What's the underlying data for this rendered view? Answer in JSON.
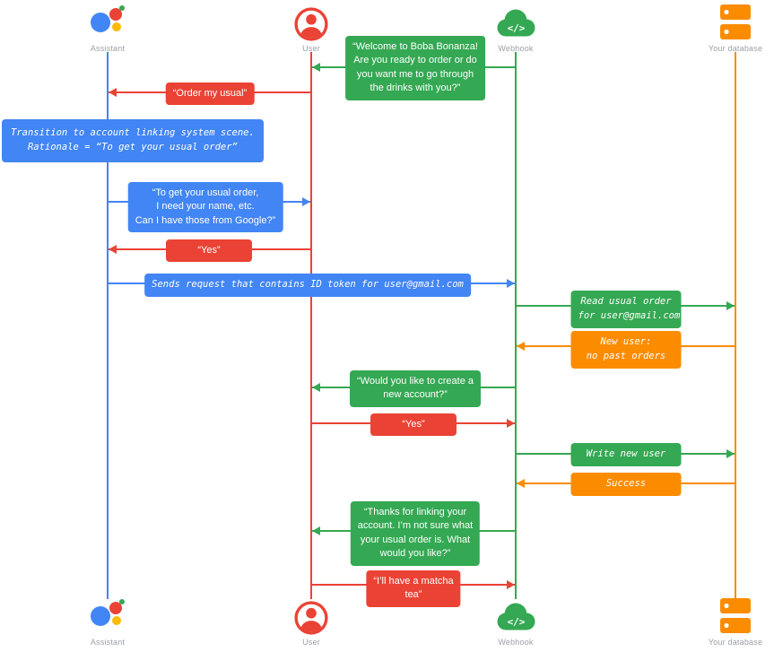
{
  "diagram": {
    "type": "sequence-diagram",
    "palette": {
      "assistant_blue": "#4285F4",
      "user_red": "#EA4335",
      "webhook_green": "#34A853",
      "database_orange": "#FB8C00",
      "label_gray": "#9AA0A6"
    },
    "actors": {
      "assistant": {
        "label": "Assistant",
        "color": "#4285F4",
        "icon": "google-assistant-icon"
      },
      "user": {
        "label": "User",
        "color": "#EA4335",
        "icon": "user-icon"
      },
      "webhook": {
        "label": "Webhook",
        "color": "#34A853",
        "icon": "webhook-cloud-icon"
      },
      "database": {
        "label": "Your database",
        "color": "#FB8C00",
        "icon": "database-icon"
      }
    },
    "messages": {
      "welcome": {
        "from": "Webhook",
        "to": "User",
        "kind": "speech",
        "color": "#34A853",
        "text": "“Welcome to Boba Bonanza!\nAre you ready to order or do\nyou want me to go through\nthe drinks with you?”"
      },
      "order_my_usual": {
        "from": "User",
        "to": "Assistant",
        "kind": "speech",
        "color": "#EA4335",
        "text": "“Order my usual”"
      },
      "transition_note": {
        "on": "Assistant",
        "kind": "system-note",
        "color": "#4285F4",
        "text": "Transition to account linking system scene.\nRationale = “To get your usual order”"
      },
      "ask_permission": {
        "from": "Assistant",
        "to": "User",
        "kind": "speech",
        "color": "#4285F4",
        "text": "“To get your usual order,\nI need your name, etc.\nCan I have those from Google?”"
      },
      "yes_1": {
        "from": "User",
        "to": "Assistant",
        "kind": "speech",
        "color": "#EA4335",
        "text": "“Yes”"
      },
      "id_token_request": {
        "from": "Assistant",
        "to": "Webhook",
        "kind": "system",
        "color": "#4285F4",
        "text": "Sends request that contains ID token for user@gmail.com"
      },
      "read_usual_order": {
        "from": "Webhook",
        "to": "Your database",
        "kind": "system",
        "color": "#34A853",
        "text": "Read usual order\nfor user@gmail.com"
      },
      "new_user": {
        "from": "Your database",
        "to": "Webhook",
        "kind": "system",
        "color": "#FB8C00",
        "text": "New user:\nno past orders"
      },
      "create_account": {
        "from": "Webhook",
        "to": "User",
        "kind": "speech",
        "color": "#34A853",
        "text": "“Would you like to create a\nnew account?”"
      },
      "yes_2": {
        "from": "User",
        "to": "Webhook",
        "kind": "speech",
        "color": "#EA4335",
        "text": "“Yes”"
      },
      "write_new_user": {
        "from": "Webhook",
        "to": "Your database",
        "kind": "system",
        "color": "#34A853",
        "text": "Write new user"
      },
      "success": {
        "from": "Your database",
        "to": "Webhook",
        "kind": "system",
        "color": "#FB8C00",
        "text": "Success"
      },
      "thanks_linking": {
        "from": "Webhook",
        "to": "User",
        "kind": "speech",
        "color": "#34A853",
        "text": "“Thanks for linking your\naccount. I’m not sure what\nyour usual order is. What\nwould you like?”"
      },
      "matcha_tea": {
        "from": "User",
        "to": "Webhook",
        "kind": "speech",
        "color": "#EA4335",
        "text": "“I’ll have a matcha\ntea”"
      }
    }
  }
}
